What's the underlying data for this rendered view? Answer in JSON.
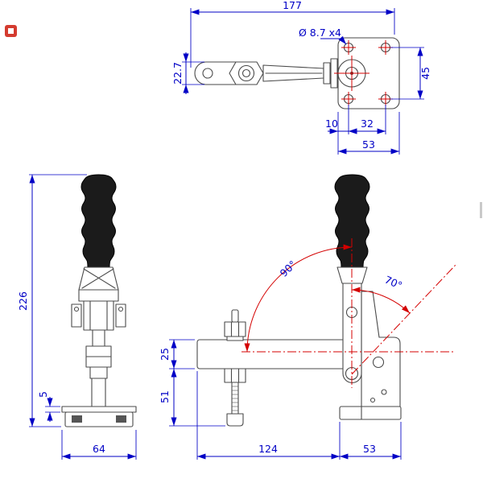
{
  "colors": {
    "dimension": "#0000c6",
    "centerline": "#d40000",
    "geometry": "#4a4a4a",
    "grip": "#1b1b1b",
    "logo": "#d43b2f"
  },
  "views": {
    "top": {
      "dims": {
        "length": "177",
        "bar_height": "22.7",
        "hole_note": "Ø 8.7 x4",
        "hole_spacing_v": "45",
        "edge_to_hole": "10",
        "hole_spacing_h": "32",
        "plate_width": "53"
      }
    },
    "front": {
      "dims": {
        "total_height": "226",
        "base_thickness": "5",
        "base_width": "64"
      }
    },
    "side": {
      "dims": {
        "open_angle": "90°",
        "handle_angle": "70°",
        "arm_height": "25",
        "spindle_drop": "51",
        "arm_reach": "124",
        "base_depth": "53"
      }
    }
  }
}
